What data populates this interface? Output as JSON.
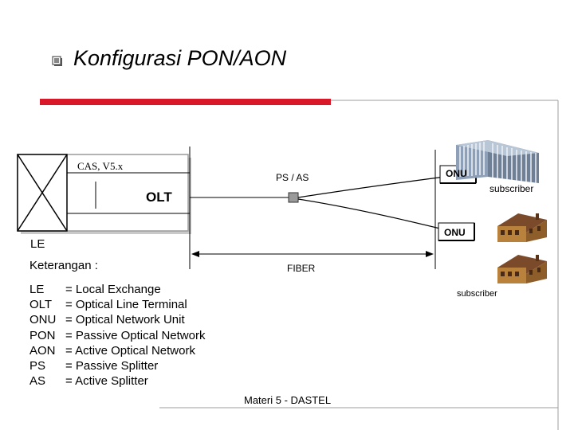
{
  "slide": {
    "title": "Konfigurasi PON/AON",
    "bullet_icon": "square-bullet-icon",
    "accent_color": "#d9192a",
    "line_color": "#9e9e9e"
  },
  "diagram": {
    "le_label": "LE",
    "interface_label": "CAS, V5.x",
    "olt_label": "OLT",
    "splitter_label": "PS / AS",
    "onu_top_label": "ONU",
    "onu_bottom_label": "ONU",
    "subscriber_top_label": "subscriber",
    "subscriber_bottom_label": "subscriber",
    "fiber_label": "FIBER",
    "icons": [
      "exchange-box-icon",
      "splitter-icon",
      "office-building-icon",
      "house-icon"
    ]
  },
  "legend": {
    "title": "Keterangan :",
    "items": [
      {
        "abbr": "LE",
        "def": "= Local Exchange"
      },
      {
        "abbr": "OLT",
        "def": "= Optical Line Terminal"
      },
      {
        "abbr": "ONU",
        "def": "= Optical Network Unit"
      },
      {
        "abbr": "PON",
        "def": "= Passive Optical Network"
      },
      {
        "abbr": "AON",
        "def": "= Active Optical Network"
      },
      {
        "abbr": "PS",
        "def": "= Passive Splitter"
      },
      {
        "abbr": "AS",
        "def": "= Active Splitter"
      }
    ]
  },
  "footer": {
    "text": "Materi 5 - DASTEL"
  }
}
